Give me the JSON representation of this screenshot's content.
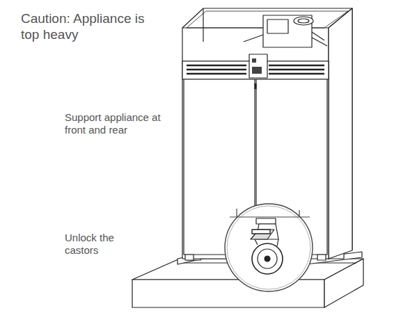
{
  "diagram": {
    "labels": [
      "Caution: Appliance is top heavy",
      "Support appliance at front and rear",
      "Unlock the castors"
    ]
  }
}
